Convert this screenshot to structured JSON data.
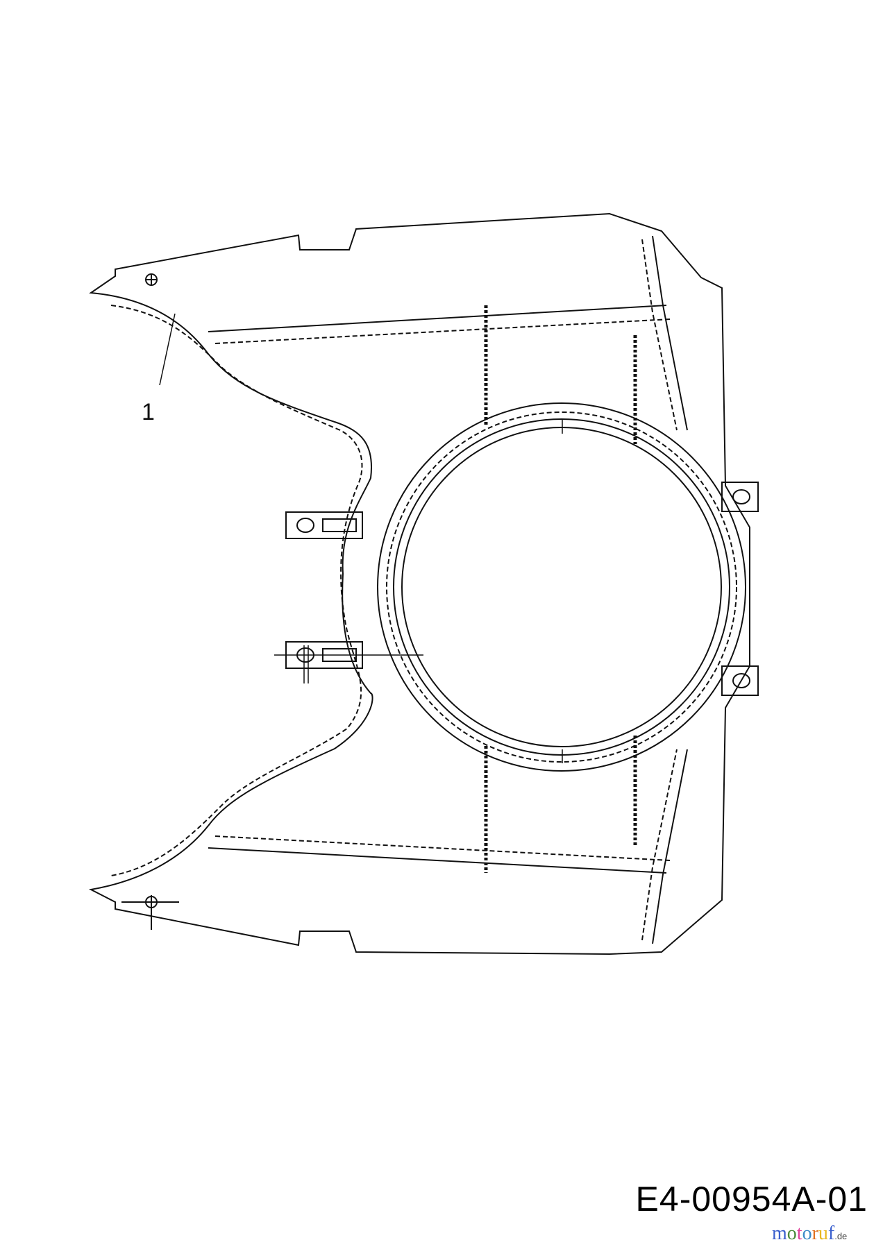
{
  "diagram": {
    "part_labels": [
      {
        "number": "1"
      }
    ],
    "drawing_code": "E4-00954A-01",
    "watermark": {
      "text": "motoruf",
      "suffix": ".de",
      "colors": [
        "#3a5fcd",
        "#4a8a3a",
        "#e0409a",
        "#3a8ac8",
        "#e07020",
        "#e8b820"
      ]
    }
  }
}
